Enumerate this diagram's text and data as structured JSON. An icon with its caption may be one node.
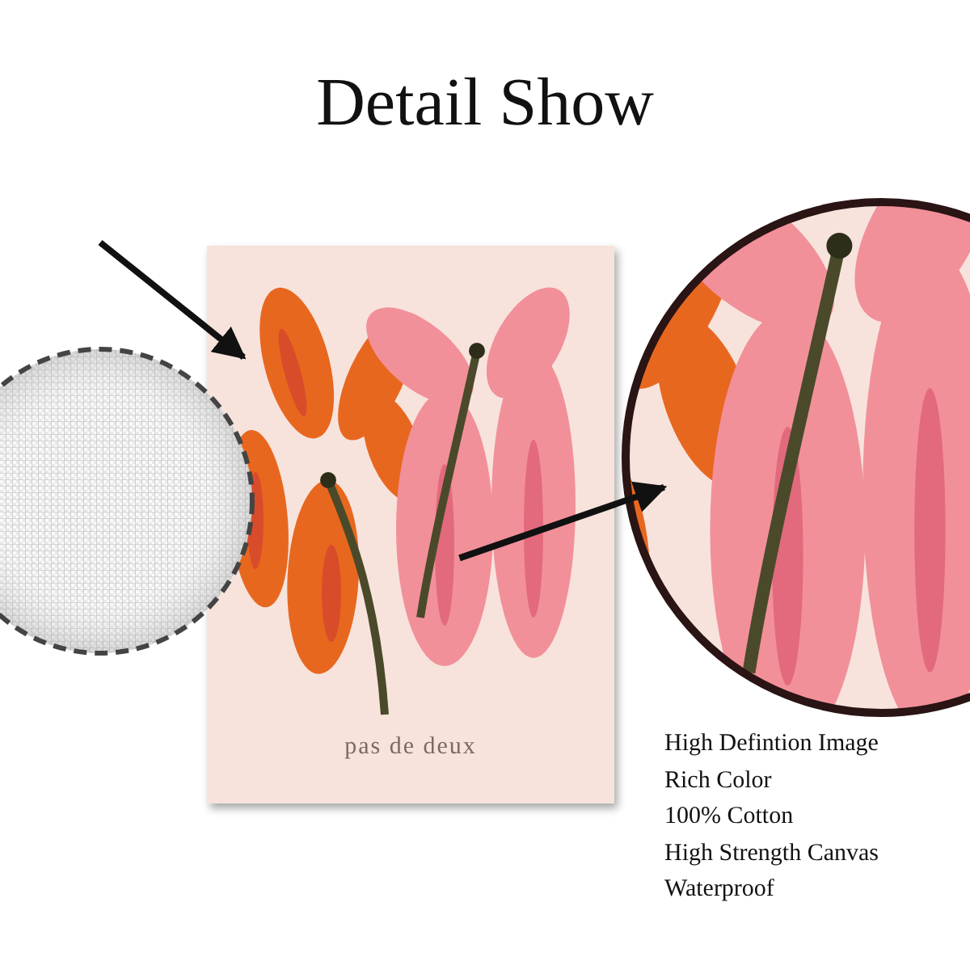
{
  "diagram": {
    "title": "Detail Show",
    "nodes": [
      {
        "text": [
          "pas de deux"
        ]
      },
      {
        "text": [],
        "shape": "picture"
      },
      {
        "text": [],
        "shape": "circle"
      }
    ],
    "edges": [
      {
        "from": null,
        "to": 0,
        "arrow": "to"
      },
      {
        "from": 0,
        "to": 1,
        "arrow": "to"
      }
    ],
    "labels": [
      "High Defintion Image",
      "Rich Color",
      "100% Cotton",
      "High Strength Canvas",
      "Waterproof"
    ]
  }
}
